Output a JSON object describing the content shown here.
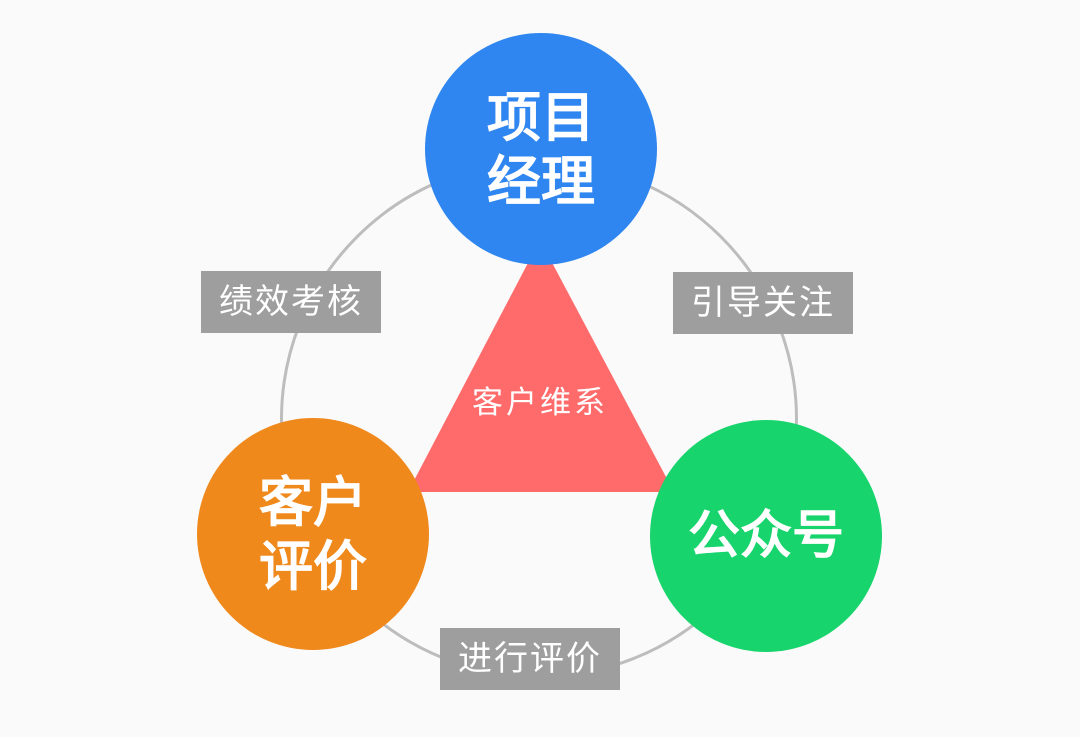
{
  "diagram": {
    "center": {
      "label": "客户维系"
    },
    "nodes": {
      "project_manager": {
        "line1": "项目",
        "line2": "经理",
        "color": "#2f86f0"
      },
      "customer_review": {
        "line1": "客户",
        "line2": "评价",
        "color": "#f0891c"
      },
      "official_account": {
        "line1": "公众号",
        "color": "#18d46c"
      }
    },
    "edges": {
      "left": {
        "label": "绩效考核"
      },
      "right": {
        "label": "引导关注"
      },
      "bottom": {
        "label": "进行评价"
      }
    },
    "colors": {
      "triangle": "#ff6b6b",
      "ring": "#bdbdbd",
      "tag_background": "#9e9e9e",
      "background": "#fafafa"
    }
  }
}
